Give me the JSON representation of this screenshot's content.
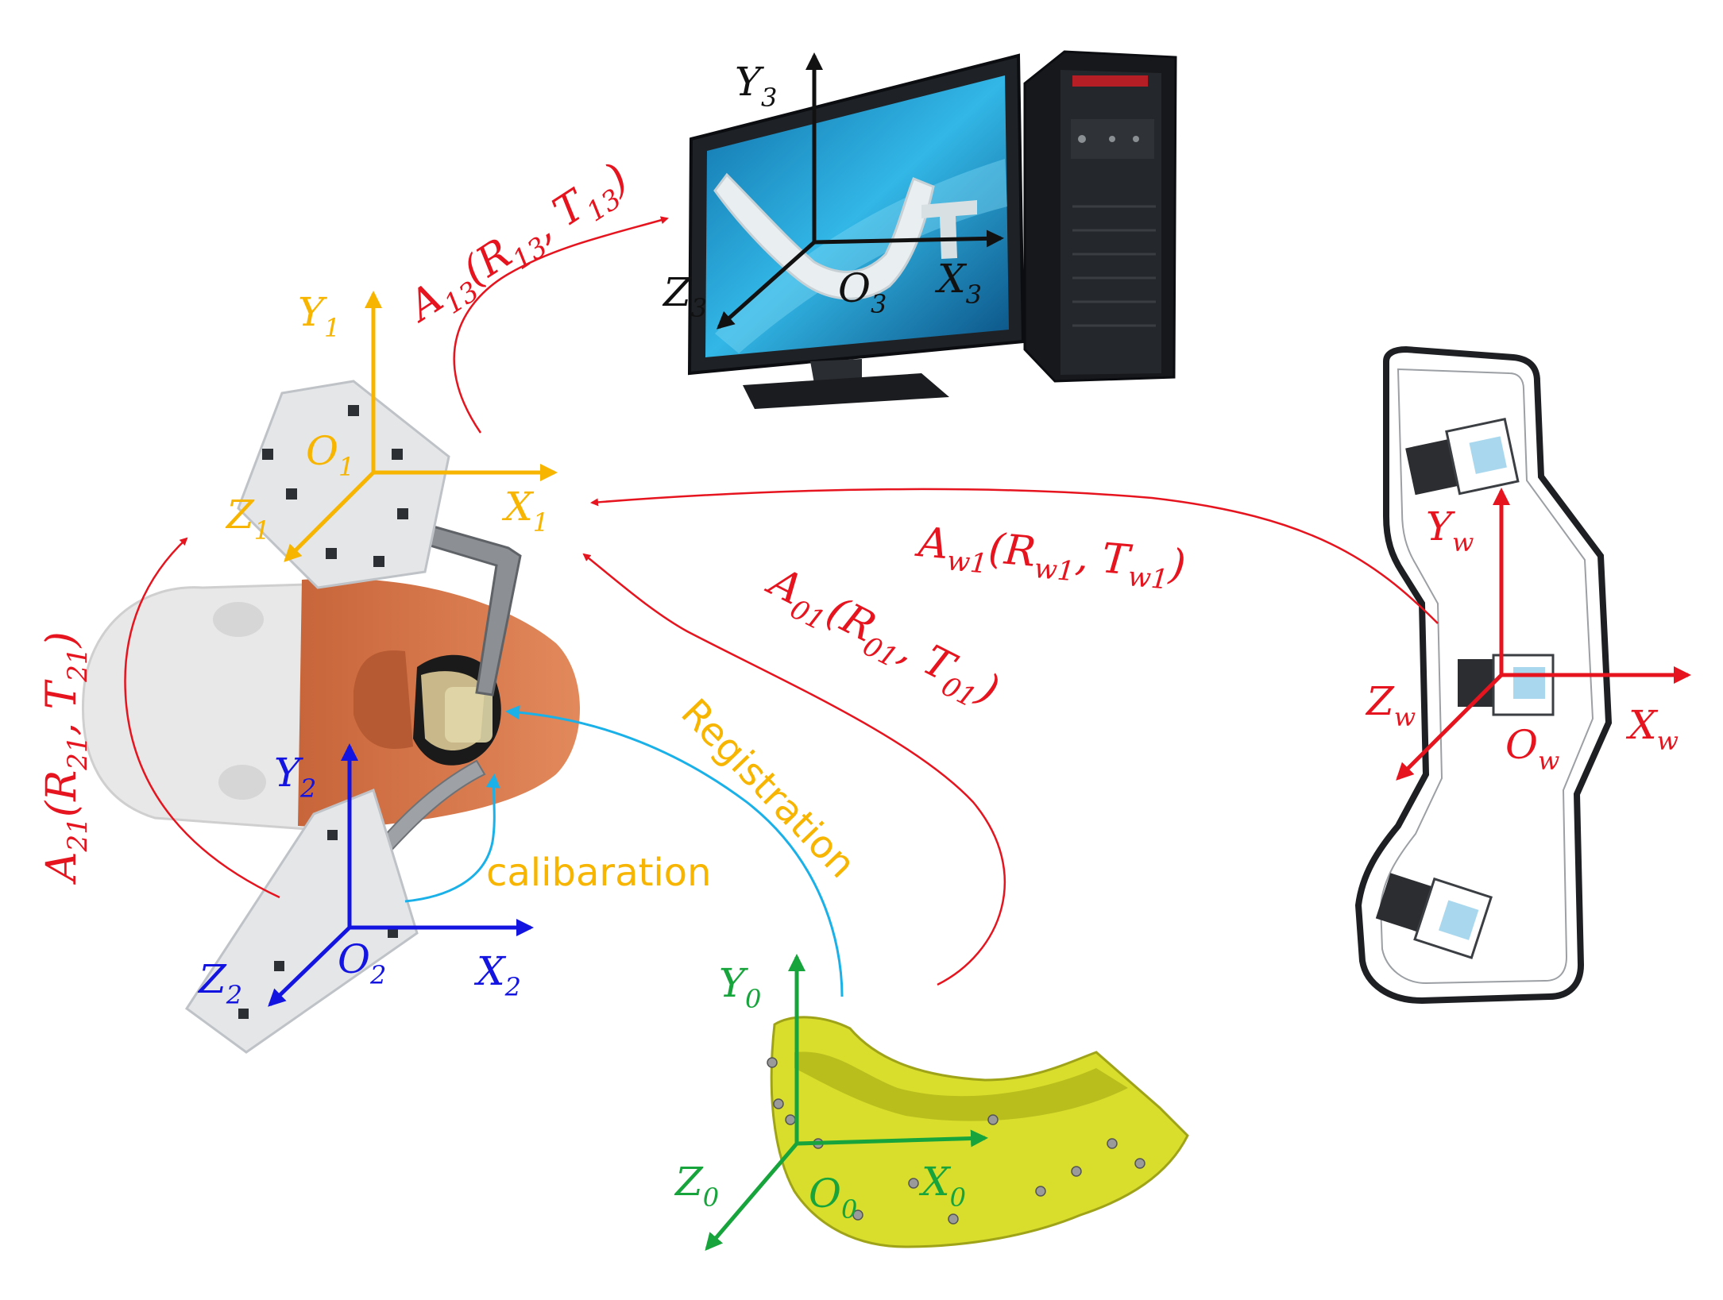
{
  "colors": {
    "system1": "#f7b500",
    "system2": "#1414e0",
    "system3": "#111111",
    "system0": "#18a43c",
    "systemW": "#e6141e",
    "transform": "#e6141e",
    "calibration": "#1ab0e8",
    "face_skin": "#d9774a",
    "mandible": "#d9de2c"
  },
  "icons": {
    "computer": "desktop-computer-icon",
    "head": "phantom-head-icon",
    "mandible": "mandible-model-icon",
    "tracker": "optical-tracker-icon"
  },
  "frames": {
    "one": {
      "x": "X",
      "y": "Y",
      "z": "Z",
      "o": "O",
      "sub": "1"
    },
    "two": {
      "x": "X",
      "y": "Y",
      "z": "Z",
      "o": "O",
      "sub": "2"
    },
    "three": {
      "x": "X",
      "y": "Y",
      "z": "Z",
      "o": "O",
      "sub": "3"
    },
    "zero": {
      "x": "X",
      "y": "Y",
      "z": "Z",
      "o": "O",
      "sub": "0"
    },
    "w": {
      "x": "X",
      "y": "Y",
      "z": "Z",
      "o": "O",
      "sub": "w"
    }
  },
  "transforms": {
    "a13": {
      "A": "A",
      "sub": "13",
      "R": "R",
      "T": "T"
    },
    "a21": {
      "A": "A",
      "sub": "21",
      "R": "R",
      "T": "T"
    },
    "a01": {
      "A": "A",
      "sub": "01",
      "R": "R",
      "T": "T"
    },
    "aw1": {
      "A": "A",
      "sub": "w1",
      "R": "R",
      "T": "T"
    }
  },
  "labels": {
    "registration": "Registration",
    "calibration": "calibaration"
  }
}
